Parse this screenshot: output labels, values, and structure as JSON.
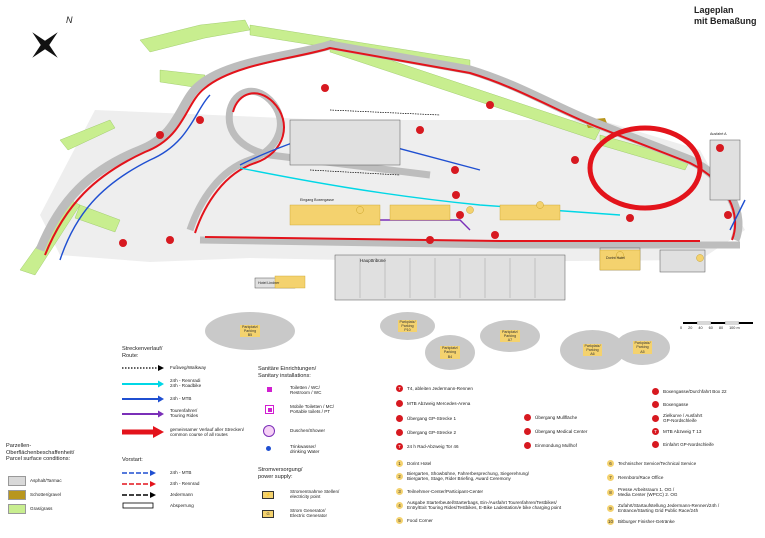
{
  "title": {
    "line1": "Lageplan",
    "line2": "mit Bemaßung"
  },
  "compass": {
    "north_label": "N"
  },
  "scale": {
    "ticks": [
      "0",
      "20",
      "40",
      "60",
      "80",
      "100 m"
    ]
  },
  "map_labels": {
    "haupttribune": "Haupttribüne",
    "hotel_lindner": "Hotel Lindner",
    "dorint": "Dorint Hotel",
    "ausfahrt_a": "Ausfahrt A",
    "eingang_boxengasse": "Eingang Boxengasse"
  },
  "parking": [
    {
      "line1": "Parkplatz/",
      "line2": "Parking",
      "line3": "B5"
    },
    {
      "line1": "Parkplatz/",
      "line2": "Parking",
      "line3": "P10"
    },
    {
      "line1": "Parkplatz/",
      "line2": "Parking",
      "line3": "B4"
    },
    {
      "line1": "Parkplatz/",
      "line2": "Parking",
      "line3": "A7"
    },
    {
      "line1": "Parkplatz/",
      "line2": "Parking",
      "line3": "A6"
    },
    {
      "line1": "Parkplatz/",
      "line2": "Parking",
      "line3": "A5"
    }
  ],
  "legend_route": {
    "heading1": "Streckenverlauf/",
    "heading2": "Route:",
    "items": [
      {
        "label": "Fußweg/Walkway",
        "color": "#000000",
        "style": "dotted"
      },
      {
        "label": "24h - Rennradi",
        "label2": "24h - Roadbike",
        "color": "#00d7e6",
        "style": "arrow"
      },
      {
        "label": "24h - MTB",
        "color": "#1f4fd1",
        "style": "arrow"
      },
      {
        "label": "Tourenfahrer/",
        "label2": "Touring Rides",
        "color": "#7a2fb8",
        "style": "arrow"
      },
      {
        "label": "gemeinsamer Verlauf aller Strecken/",
        "label2": "common course of all routes",
        "color": "#e3131b",
        "style": "bigarrow"
      }
    ]
  },
  "legend_vorstart": {
    "heading": "Vorstart:",
    "items": [
      {
        "label": "24h - MTB",
        "color": "#1f4fd1"
      },
      {
        "label": "24h - Rennrad",
        "color": "#e3131b"
      },
      {
        "label": "Jedermann",
        "color": "#000000"
      },
      {
        "label": "Absperrung",
        "color": "#ffffff"
      }
    ]
  },
  "legend_surface": {
    "heading1": "Parzellen-",
    "heading2": "Oberflächenbeschaffenheit/",
    "heading3": "Parcel surface conditions:",
    "items": [
      {
        "label": "Asphalt/Tarmac",
        "color": "#d9d9d9"
      },
      {
        "label": "Schotter/gravel",
        "color": "#b8961e"
      },
      {
        "label": "Gras/grass",
        "color": "#c8ee8f"
      }
    ]
  },
  "legend_sanitary": {
    "heading1": "Sanitäre Einrichtungen/",
    "heading2": "Sanitary installations:",
    "items": [
      {
        "label": "Toiletten / WC/",
        "label2": "Restroom / WC"
      },
      {
        "label": "Mobile Toiletten / MC/",
        "label2": "Portable toilets / PT"
      },
      {
        "label": "Duschen/Shower",
        "label2": ""
      },
      {
        "label": "Trinkwasser/",
        "label2": "drinking Water"
      }
    ]
  },
  "legend_power": {
    "heading1": "Stromversorgung/",
    "heading2": "power supply:",
    "items": [
      {
        "label": "Stromentnahme Stellen/",
        "label2": "electricity point"
      },
      {
        "label": "Strom Generator/",
        "label2": "Electric Generator"
      }
    ]
  },
  "red_points": {
    "col1": [
      {
        "num": "T",
        "label": "T4, ableiten Jedermann-Rennen"
      },
      {
        "num": "",
        "label": "MTB Abzweig Mercedes-Arena"
      },
      {
        "num": "",
        "label": "Übergang GP-Strecke 1"
      },
      {
        "num": "",
        "label": "Übergang GP-Strecke 2"
      },
      {
        "num": "T",
        "label": "24 h Rad-Abzweig Tor 46"
      }
    ],
    "col2": [
      {
        "num": "",
        "label": "Übergang Mullfläche"
      },
      {
        "num": "",
        "label": "Übergang Medical Center"
      },
      {
        "num": "",
        "label": "Einmündung Mullhof"
      }
    ],
    "col3": [
      {
        "num": "",
        "label": "Boxengasse/Durchfahrt Box 22"
      },
      {
        "num": "",
        "label": "Boxengasse"
      },
      {
        "num": "",
        "label": "Zielkurve / Ausfahrt",
        "label2": "GP-Nordschleife"
      },
      {
        "num": "T",
        "label": "MTB Abzweig T 13"
      },
      {
        "num": "",
        "label": "Einfahrt GP-Nordschleife"
      }
    ]
  },
  "yellow_points": {
    "col1": [
      {
        "num": "1",
        "label": "Dorint Hotel",
        "label2": ""
      },
      {
        "num": "2",
        "label": "Biergarten, Showbühne, Fahrerbesprechung, Siegerehrung/",
        "label2": "Biergarten, Stage, Rider Briefing, Award Ceremony"
      },
      {
        "num": "3",
        "label": "Teilnehmer-Center/Participant-Center",
        "label2": ""
      },
      {
        "num": "4",
        "label": "Ausgabe Starterbeutel/Starterbags, Ein-/Ausfahrt Tourenfahren/Testbikes/",
        "label2": "Entry/Exit Touring Rides/Testbikes, E-Bike Ladestation/e bike charging point"
      },
      {
        "num": "5",
        "label": "Food Corner",
        "label2": ""
      }
    ],
    "col2": [
      {
        "num": "6",
        "label": "Technischer Service/Technical Service",
        "label2": ""
      },
      {
        "num": "7",
        "label": "Rennbüro/Race Office",
        "label2": ""
      },
      {
        "num": "8",
        "label": "Presse Arbeitsraum 1. OG /",
        "label2": "Media Center (WPCC) 2. OG"
      },
      {
        "num": "9",
        "label": "Zufahrt/Startaufstellung Jedermann-Rennen/24h /",
        "label2": "Entrance/Starting Grid Public Race/24h"
      },
      {
        "num": "10",
        "label": "Bitburger Finisher-Getränke",
        "label2": ""
      }
    ]
  }
}
